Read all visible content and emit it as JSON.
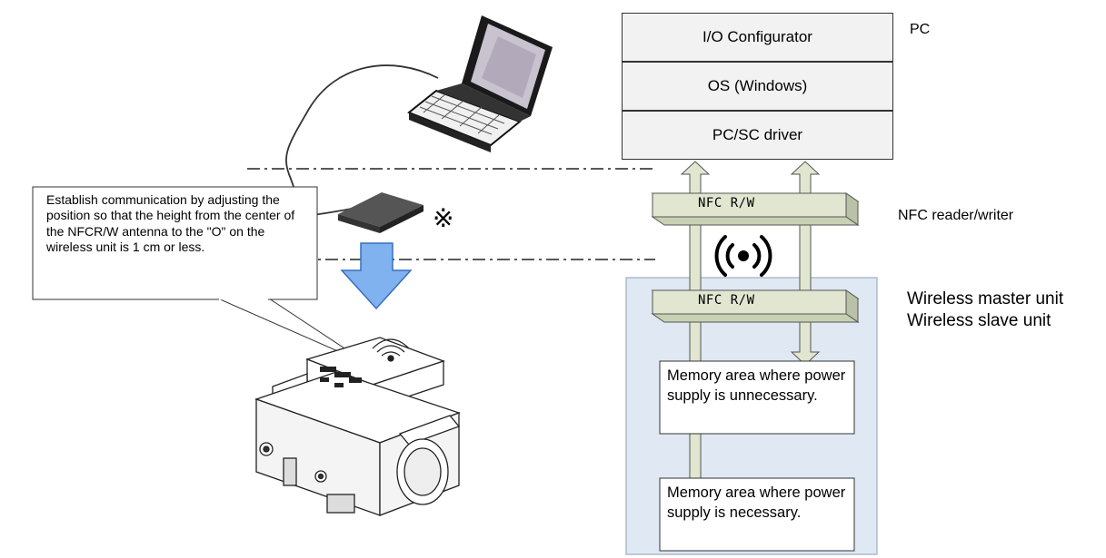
{
  "pc_stack": {
    "side_label": "PC",
    "layers": [
      "I/O Configurator",
      "OS (Windows)",
      "PC/SC driver"
    ]
  },
  "reader_writer": {
    "side_label": "NFC reader/writer",
    "top_bar_label": "NFC  R/W",
    "bottom_bar_label": "NFC  R/W"
  },
  "wireless_units": {
    "master_label": "Wireless master unit",
    "slave_label": "Wireless slave unit"
  },
  "memory_areas": {
    "no_power": "Memory area where power supply is unnecessary.",
    "power": "Memory area where power supply is necessary."
  },
  "callout": {
    "text": "Establish communication by adjusting the position so that the height from the center of the NFCR/W antenna to the \"O\" on the wireless unit is 1 cm or less."
  },
  "note_symbol": "※",
  "colors": {
    "pc_box_fill": "#f2f2f2",
    "arrow_fill": "#e0e6d0",
    "unit_panel_fill": "#dfe8f3",
    "down_arrow_fill": "#7fb2ee"
  },
  "icons": {
    "laptop": "laptop-icon",
    "reader": "nfc-reader-device-icon",
    "wireless": "wireless-signal-icon",
    "device": "wireless-unit-device-icon"
  }
}
